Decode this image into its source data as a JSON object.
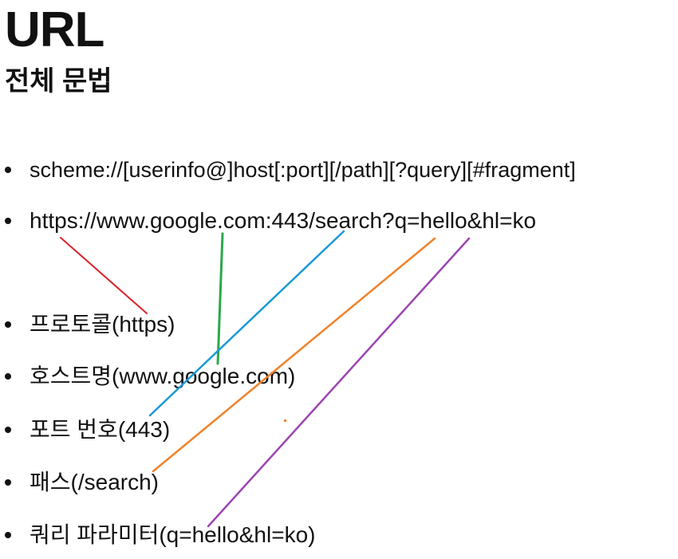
{
  "heading": {
    "title": "URL",
    "subtitle": "전체 문법"
  },
  "bullets": [
    {
      "text": "scheme://[userinfo@]host[:port][/path][?query][#fragment]"
    },
    {
      "text": "https://www.google.com:443/search?q=hello&hl=ko"
    },
    {
      "text": "프로토콜(https)"
    },
    {
      "text": "호스트명(www.google.com)"
    },
    {
      "text": "포트 번호(443)"
    },
    {
      "text": "패스(/search)"
    },
    {
      "text": "쿼리 파라미터(q=hello&hl=ko)"
    }
  ],
  "connector_colors": {
    "protocol": "#d9232a",
    "host": "#2aa84a",
    "port": "#1a9ad6",
    "path": "#f0822a",
    "query": "#9b45b0"
  }
}
